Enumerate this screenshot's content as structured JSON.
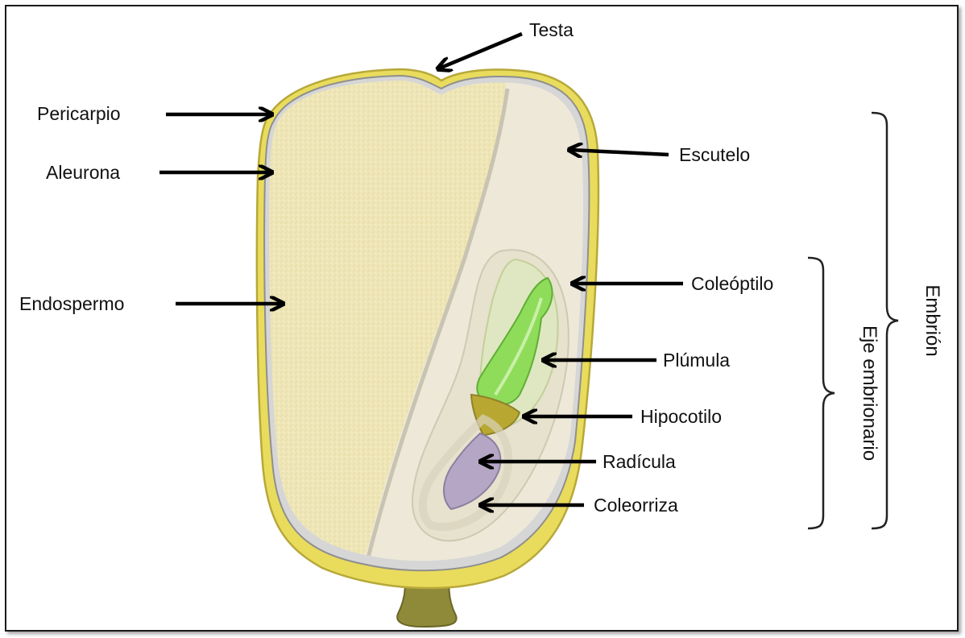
{
  "labels": {
    "testa": "Testa",
    "pericarpio": "Pericarpio",
    "aleurona": "Aleurona",
    "endospermo": "Endospermo",
    "escutelo": "Escutelo",
    "coleoptilo": "Coleóptilo",
    "plumula": "Plúmula",
    "hipocotilo": "Hipocotilo",
    "radicula": "Radícula",
    "coleorriza": "Coleorriza"
  },
  "brackets": {
    "embrion": "Embrión",
    "eje_embrionario": "Eje embrionario"
  },
  "colors": {
    "pericarp_yellow": "#e9dc5c",
    "aleurona_gray": "#c9c9c9",
    "endosperm": "#efe6b8",
    "scutellum": "#ede8d8",
    "plumule_green": "#8fdc5a",
    "hypocotyl_olive": "#b8a832",
    "radicle_lilac": "#b4a6c4",
    "stalk_olive": "#8f8a3a"
  }
}
